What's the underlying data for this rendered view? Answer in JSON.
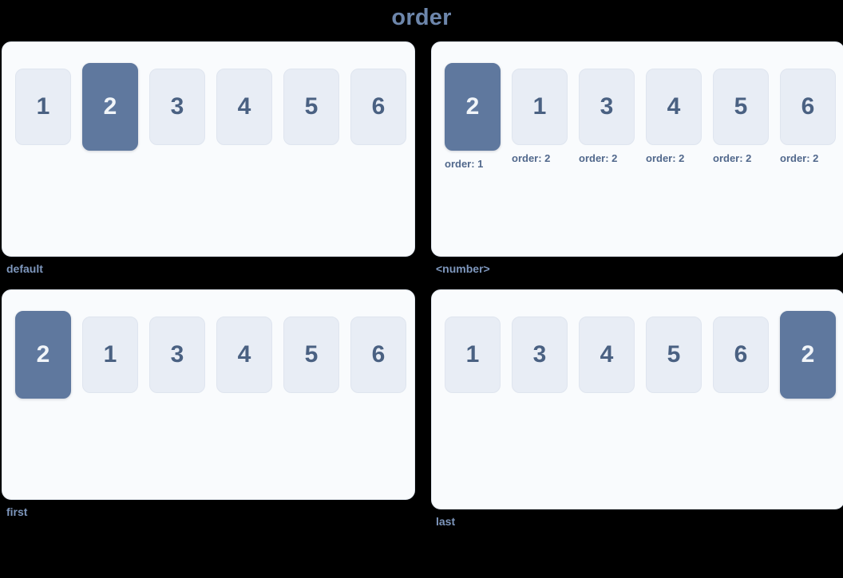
{
  "title": "order",
  "colors": {
    "page_background": "#000000",
    "panel_background": "#f9fbfd",
    "panel_border": "#e2e8f0",
    "cell_background": "#e8edf5",
    "cell_text": "#4a6182",
    "active_background": "#5f789e",
    "active_text": "#f1f5f9",
    "title_text": "#6d86ab",
    "caption_text": "#7e97bd",
    "order_label_text": "#51688c"
  },
  "panels": [
    {
      "caption": "default",
      "items": [
        {
          "value": "1",
          "active": false
        },
        {
          "value": "2",
          "active": true
        },
        {
          "value": "3",
          "active": false
        },
        {
          "value": "4",
          "active": false
        },
        {
          "value": "5",
          "active": false
        },
        {
          "value": "6",
          "active": false
        }
      ]
    },
    {
      "caption": "<number>",
      "items": [
        {
          "value": "2",
          "active": true,
          "order_label": "order: 1"
        },
        {
          "value": "1",
          "active": false,
          "order_label": "order: 2"
        },
        {
          "value": "3",
          "active": false,
          "order_label": "order: 2"
        },
        {
          "value": "4",
          "active": false,
          "order_label": "order: 2"
        },
        {
          "value": "5",
          "active": false,
          "order_label": "order: 2"
        },
        {
          "value": "6",
          "active": false,
          "order_label": "order: 2"
        }
      ]
    },
    {
      "caption": "first",
      "items": [
        {
          "value": "2",
          "active": true
        },
        {
          "value": "1",
          "active": false
        },
        {
          "value": "3",
          "active": false
        },
        {
          "value": "4",
          "active": false
        },
        {
          "value": "5",
          "active": false
        },
        {
          "value": "6",
          "active": false
        }
      ]
    },
    {
      "caption": "last",
      "items": [
        {
          "value": "1",
          "active": false
        },
        {
          "value": "3",
          "active": false
        },
        {
          "value": "4",
          "active": false
        },
        {
          "value": "5",
          "active": false
        },
        {
          "value": "6",
          "active": false
        },
        {
          "value": "2",
          "active": true
        }
      ]
    }
  ]
}
